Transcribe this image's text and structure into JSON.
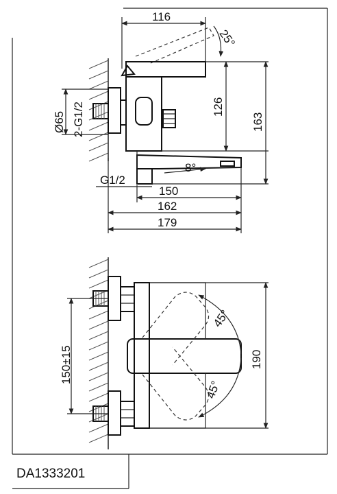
{
  "drawing": {
    "model_code": "DA1333201",
    "side_view": {
      "dims": {
        "width_top": "116",
        "lever_angle": "25°",
        "height_body": "126",
        "height_total": "163",
        "diameter": "Ø65",
        "thread_inlet": "2-G1/2",
        "spout_angle": "8°",
        "thread_outlet": "G1/2",
        "len_150": "150",
        "len_162": "162",
        "len_179": "179"
      }
    },
    "top_view": {
      "dims": {
        "center_distance": "150±15",
        "angle_upper": "45°",
        "angle_lower": "45°",
        "depth": "190"
      }
    }
  }
}
